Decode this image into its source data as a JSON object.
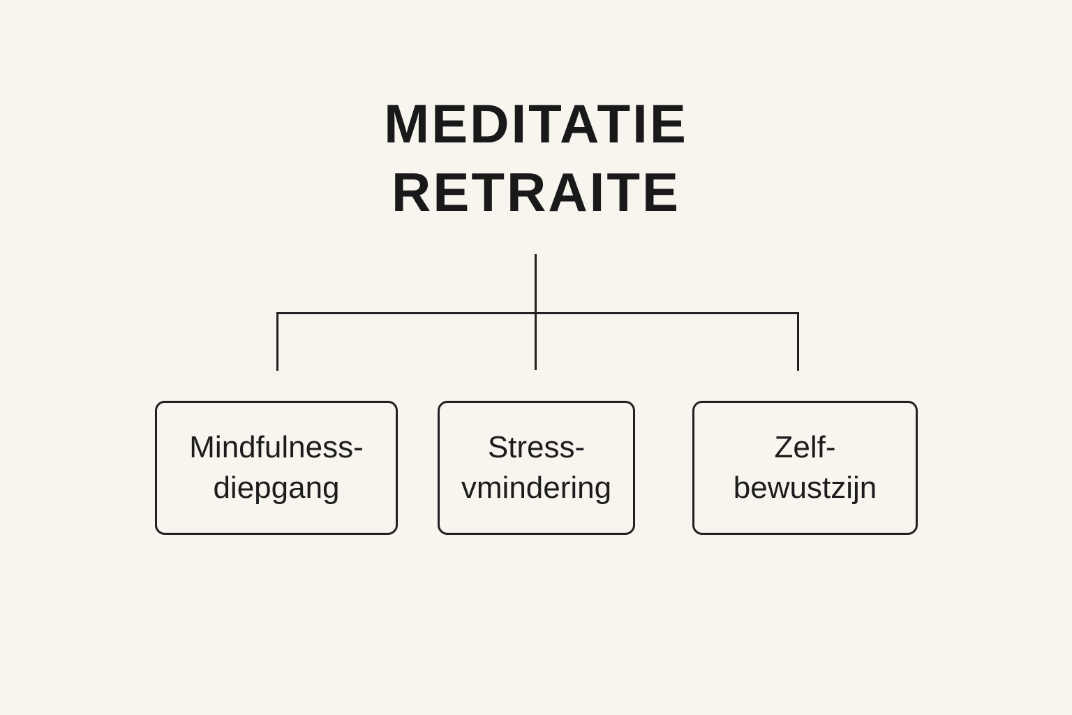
{
  "diagram": {
    "title_line1": "MEDITATIE",
    "title_line2": "RETRAITE",
    "nodes": [
      {
        "id": "mindfulness",
        "line1": "Mindfulness-",
        "line2": "diepgang"
      },
      {
        "id": "stress",
        "line1": "Stress-",
        "line2": "vmindering"
      },
      {
        "id": "zelf",
        "line1": "Zelf-",
        "line2": "bewustzijn"
      }
    ],
    "colors": {
      "background": "#f8f4ee",
      "line": "#212121",
      "title_text": "#191919",
      "node_text": "#1c1c1c"
    }
  }
}
